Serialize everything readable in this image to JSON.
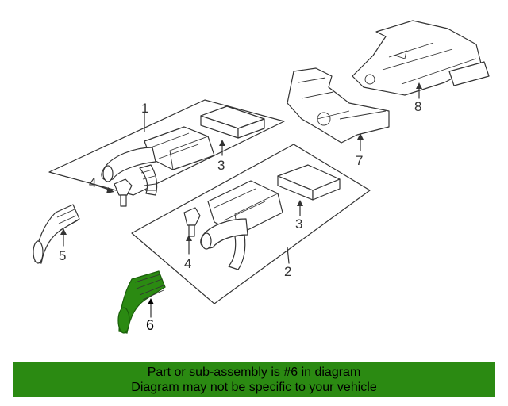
{
  "diagram": {
    "callouts": {
      "c1": "1",
      "c2": "2",
      "c3a": "3",
      "c3b": "3",
      "c4a": "4",
      "c4b": "4",
      "c5": "5",
      "c6": "6",
      "c7": "7",
      "c8": "8"
    },
    "highlight_color": "#2b8a12",
    "highlighted_part": "6"
  },
  "banner": {
    "line1": "Part or sub-assembly is #6 in diagram",
    "line2": "Diagram may not be specific to your vehicle",
    "background": "#2b8a12"
  }
}
